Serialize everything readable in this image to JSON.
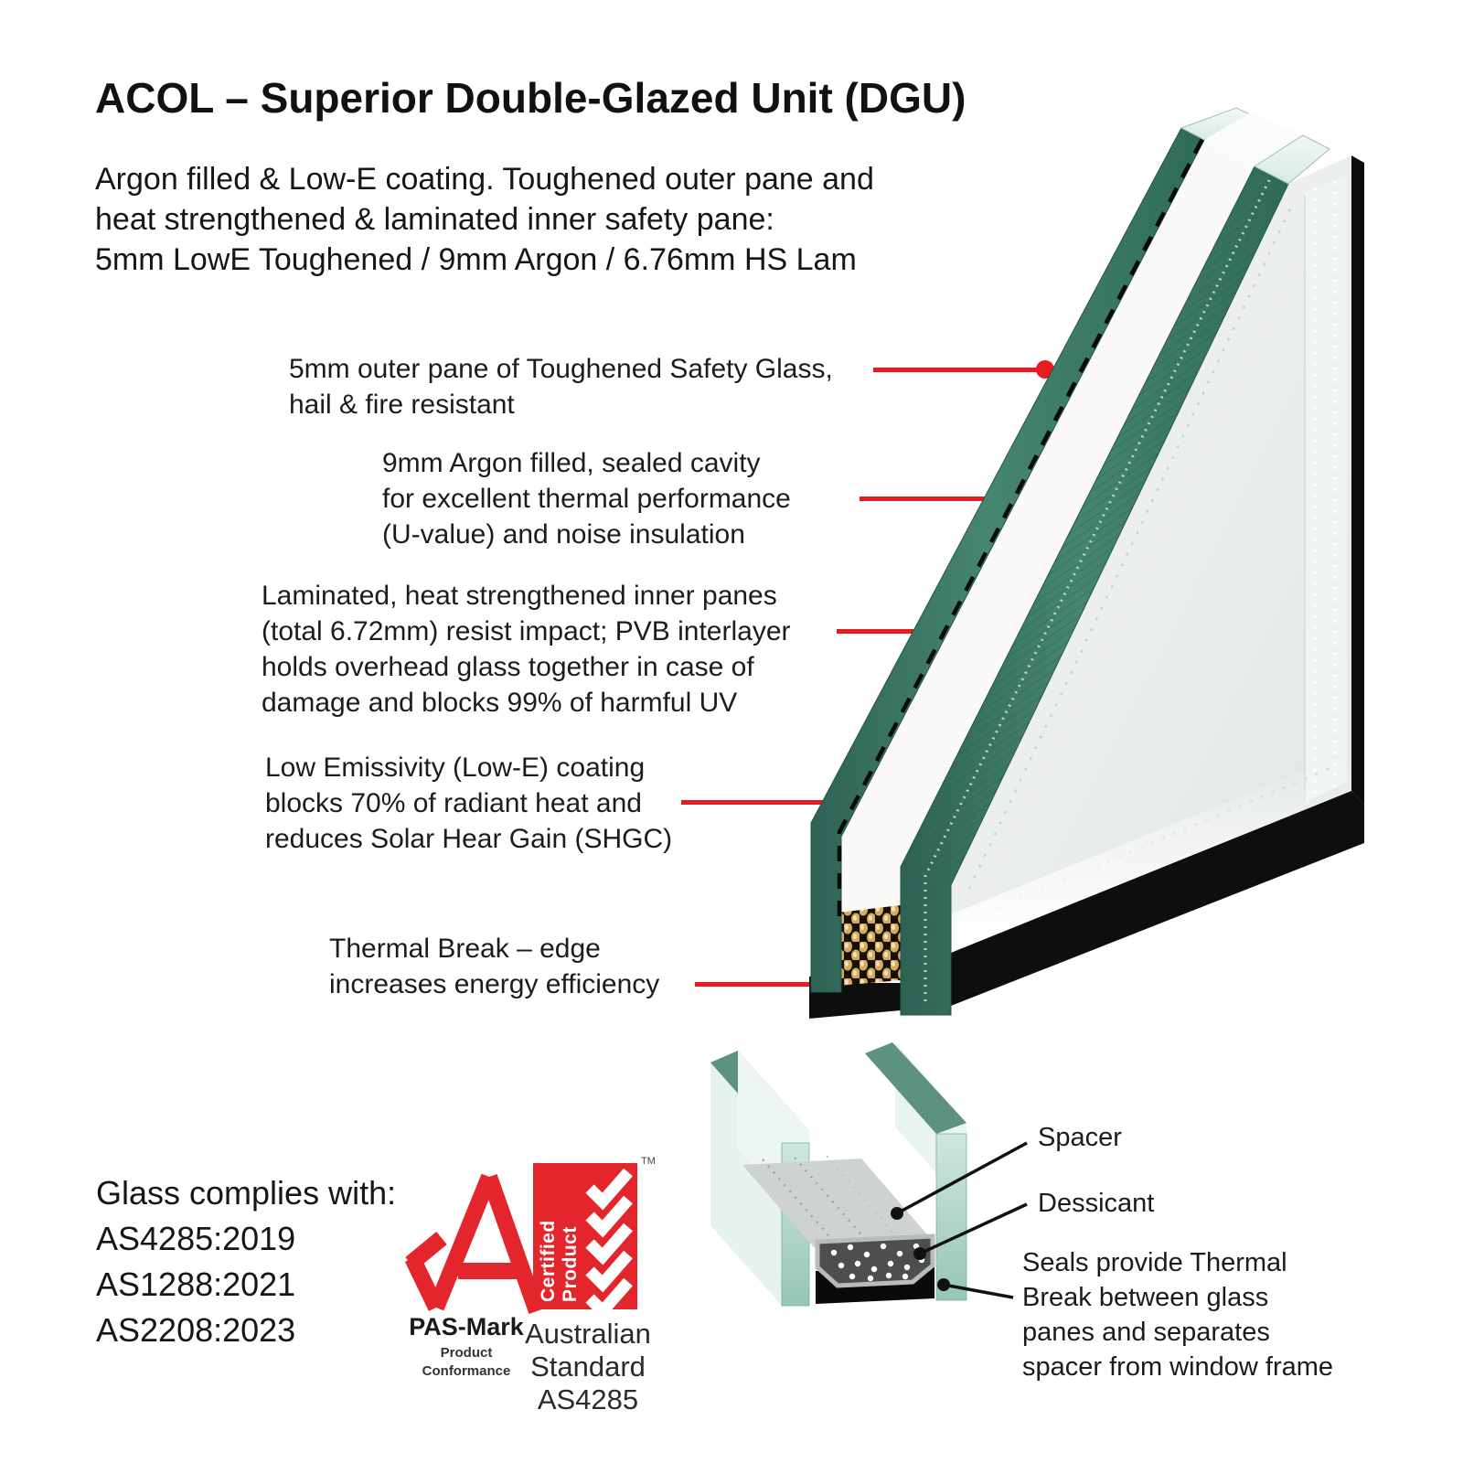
{
  "title": "ACOL – Superior Double-Glazed Unit (DGU)",
  "intro": "Argon filled & Low-E coating. Toughened outer pane and\nheat strengthened & laminated inner safety pane:\n5mm LowE Toughened / 9mm Argon / 6.76mm HS Lam",
  "annotations": {
    "outer_pane": "5mm outer pane of Toughened Safety Glass,\nhail & fire resistant",
    "argon_cavity": "9mm Argon filled, sealed cavity\nfor excellent thermal performance\n(U-value) and noise insulation",
    "laminated": "Laminated, heat strengthened inner panes\n(total 6.72mm) resist impact; PVB interlayer\nholds overhead glass together in case of\ndamage and blocks 99% of harmful UV",
    "low_e": "Low Emissivity (Low-E) coating\nblocks 70% of radiant heat and\nreduces Solar Hear Gain (SHGC)",
    "thermal_break": "Thermal Break – edge\nincreases energy efficiency"
  },
  "detail_labels": {
    "spacer": "Spacer",
    "dessicant": "Dessicant",
    "seals": "Seals provide Thermal\nBreak between glass\npanes and separates\nspacer from window frame"
  },
  "compliance": {
    "heading": "Glass complies with:",
    "standards": [
      "AS4285:2019",
      "AS1288:2021",
      "AS2208:2023"
    ]
  },
  "logos": {
    "pas_mark": {
      "name": "PAS-Mark",
      "line1": "Product",
      "line2": "Conformance"
    },
    "australian_standard": {
      "vertical_text": "Certified Product",
      "tm": "TM",
      "caption": "Australian\nStandard\nAS4285"
    }
  },
  "colors": {
    "leader_red": "#e81b22",
    "logo_red": "#e3262b",
    "glass_edge_green": "#3c7d6c",
    "glass_edge_green_dark": "#2a5f50",
    "cavity_white": "#fbfaf8",
    "face_gray": "#e8ece9",
    "seal_black": "#0e0e0e",
    "desiccant_gold": "#d5aa5e",
    "detail_pane_mint": "#e6f2ed",
    "detail_pane_teal": "#5d9181"
  }
}
